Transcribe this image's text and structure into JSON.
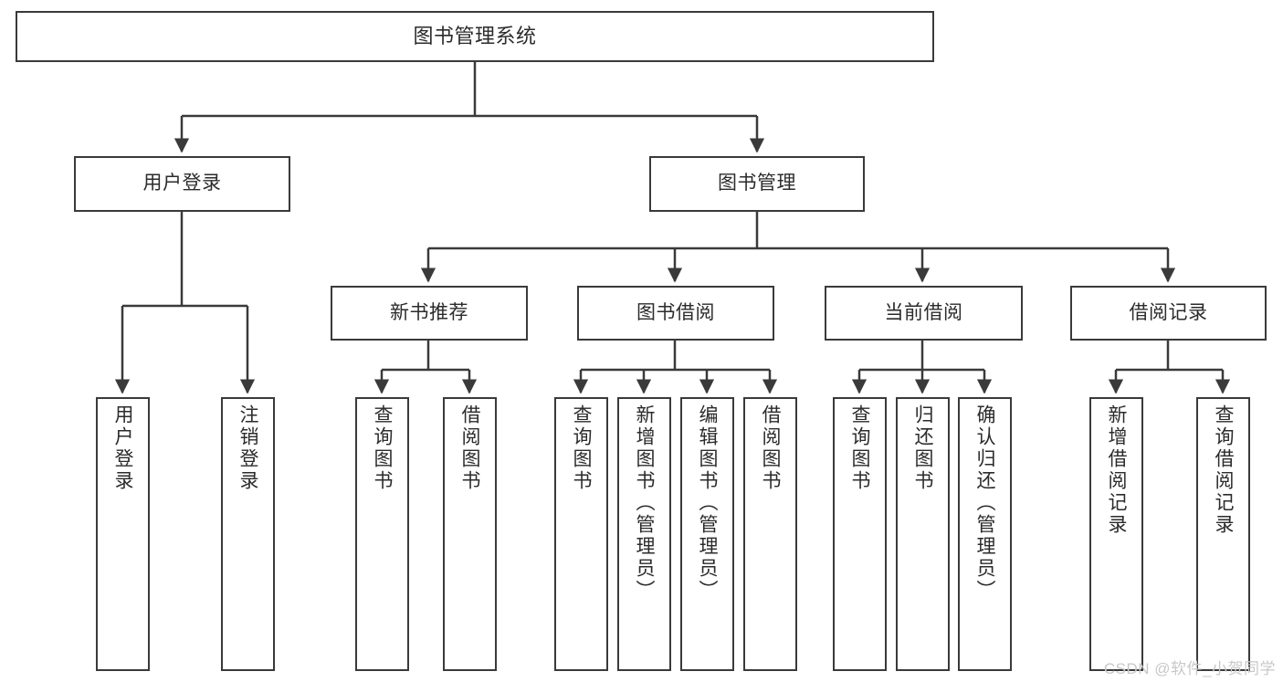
{
  "diagram": {
    "title": "图书管理系统",
    "type": "tree-hierarchy-chart",
    "colors": {
      "border": "#3a3a3a",
      "text": "#2b2b2b",
      "background": "#ffffff",
      "watermark": "#c8c8c8"
    }
  },
  "root": {
    "label": "图书管理系统"
  },
  "level2": [
    {
      "label": "用户登录"
    },
    {
      "label": "图书管理"
    }
  ],
  "level3": [
    {
      "label": "新书推荐"
    },
    {
      "label": "图书借阅"
    },
    {
      "label": "当前借阅"
    },
    {
      "label": "借阅记录"
    }
  ],
  "leaves": {
    "user_login": [
      {
        "label": "用户登录"
      },
      {
        "label": "注销登录"
      }
    ],
    "new_book_recommend": [
      {
        "label": "查询图书"
      },
      {
        "label": "借阅图书"
      }
    ],
    "book_borrow": [
      {
        "label": "查询图书"
      },
      {
        "label": "新增图书（管理员）"
      },
      {
        "label": "编辑图书（管理员）"
      },
      {
        "label": "借阅图书"
      }
    ],
    "current_borrow": [
      {
        "label": "查询图书"
      },
      {
        "label": "归还图书"
      },
      {
        "label": "确认归还（管理员）"
      }
    ],
    "borrow_record": [
      {
        "label": "新增借阅记录"
      },
      {
        "label": "查询借阅记录"
      }
    ]
  },
  "watermark": {
    "text": "CSDN @软件_小贺同学"
  }
}
